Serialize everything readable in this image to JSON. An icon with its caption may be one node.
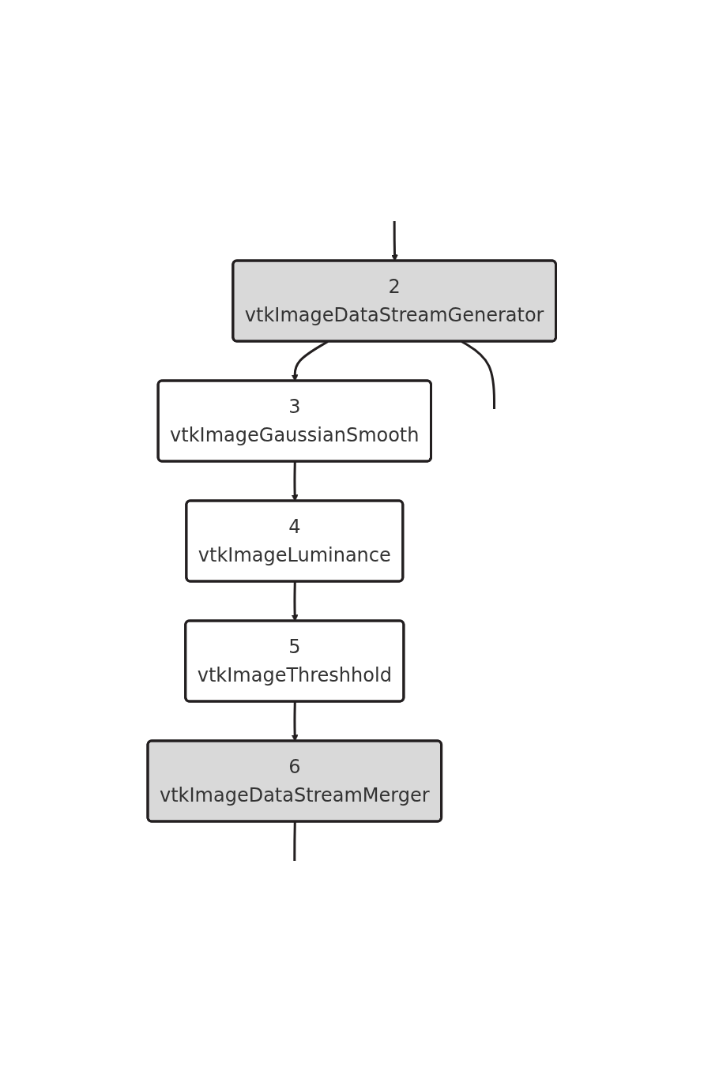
{
  "diagram": {
    "nodes": [
      {
        "text": [
          "2",
          "vtkImageDataStreamGenerator"
        ]
      },
      {
        "text": [
          "3",
          "vtkImageGaussianSmooth"
        ]
      },
      {
        "text": [
          "4",
          "vtkImageLuminance"
        ]
      },
      {
        "text": [
          "5",
          "vtkImageThreshhold"
        ]
      },
      {
        "text": [
          "6",
          "vtkImageDataStreamMerger"
        ]
      }
    ],
    "edges": [
      {
        "from": null,
        "to": 0,
        "arrow": "to"
      },
      {
        "from": 0,
        "to": 1,
        "arrow": "to"
      },
      {
        "from": 1,
        "to": 2,
        "arrow": "to"
      },
      {
        "from": 2,
        "to": 3,
        "arrow": "to"
      },
      {
        "from": 3,
        "to": 4,
        "arrow": "to"
      },
      {
        "from": 4,
        "to": null,
        "arrow": "none"
      },
      {
        "from": 0,
        "to": null,
        "arrow": "none"
      }
    ]
  }
}
